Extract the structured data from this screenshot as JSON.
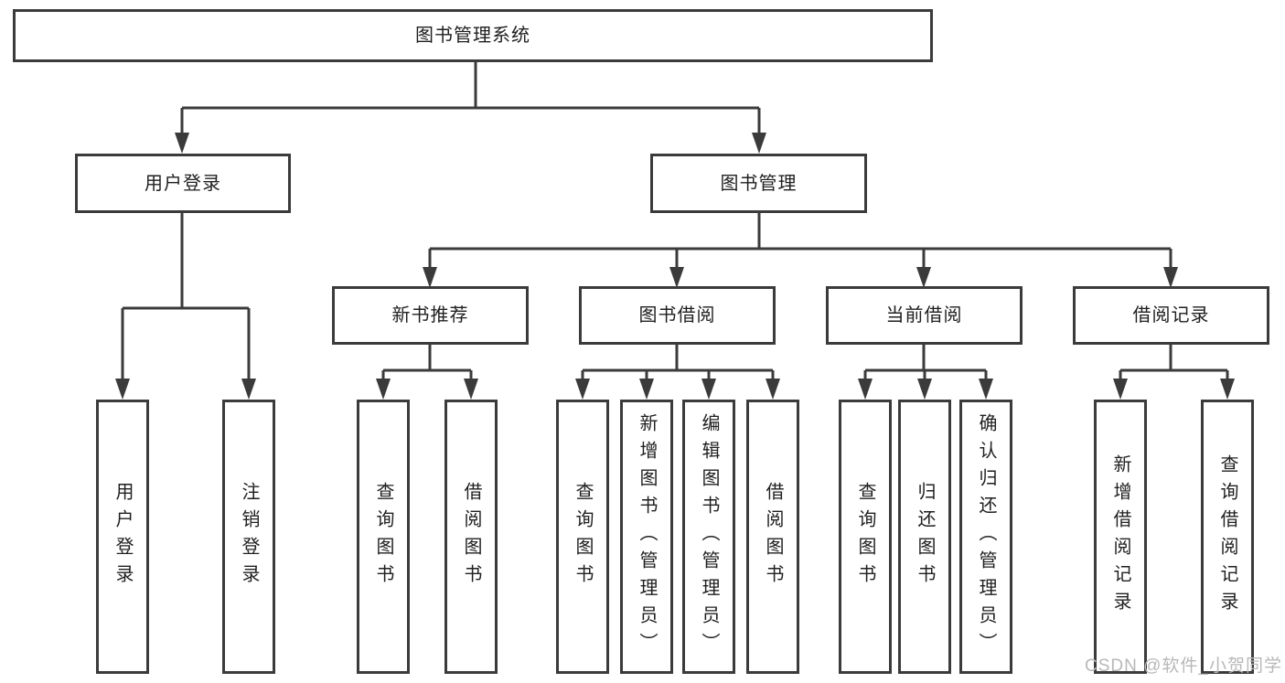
{
  "colors": {
    "line": "#3b3b3b",
    "box_border": "#3b3b3b",
    "box_fill": "#ffffff",
    "text": "#1f1f1f",
    "watermark_text": "#b8b8b8"
  },
  "watermark": {
    "text": "CSDN @软件_小贺同学"
  },
  "tree": {
    "label": "图书管理系统",
    "children": [
      {
        "label": "用户登录",
        "children": [
          {
            "label": "用户登录"
          },
          {
            "label": "注销登录"
          }
        ]
      },
      {
        "label": "图书管理",
        "children": [
          {
            "label": "新书推荐",
            "children": [
              {
                "label": "查询图书"
              },
              {
                "label": "借阅图书"
              }
            ]
          },
          {
            "label": "图书借阅",
            "children": [
              {
                "label": "查询图书"
              },
              {
                "label": "新增图书（管理员）"
              },
              {
                "label": "编辑图书（管理员）"
              },
              {
                "label": "借阅图书"
              }
            ]
          },
          {
            "label": "当前借阅",
            "children": [
              {
                "label": "查询图书"
              },
              {
                "label": "归还图书"
              },
              {
                "label": "确认归还（管理员）"
              }
            ]
          },
          {
            "label": "借阅记录",
            "children": [
              {
                "label": "新增借阅记录"
              },
              {
                "label": "查询借阅记录"
              }
            ]
          }
        ]
      }
    ]
  }
}
